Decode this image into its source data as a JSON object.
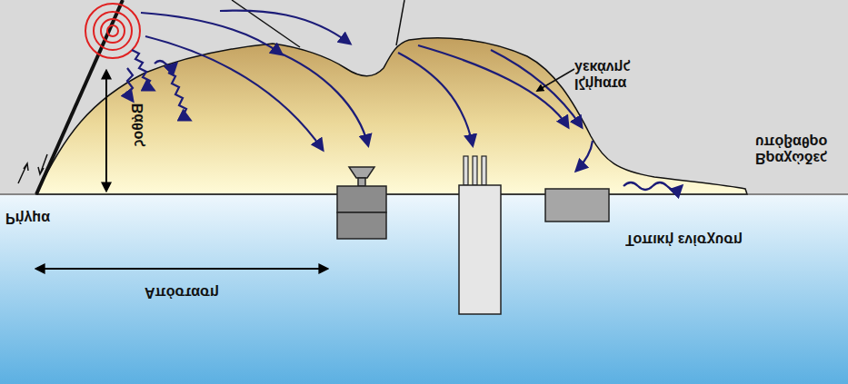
{
  "diagram": {
    "labels": [
      "Ρήγμα",
      "Βάθος",
      "Απόσταση",
      "Ιζήματα λεκάνης",
      "Βραχώδες υπόβαθρο",
      "Τοπική ενίσχυση"
    ]
  }
}
